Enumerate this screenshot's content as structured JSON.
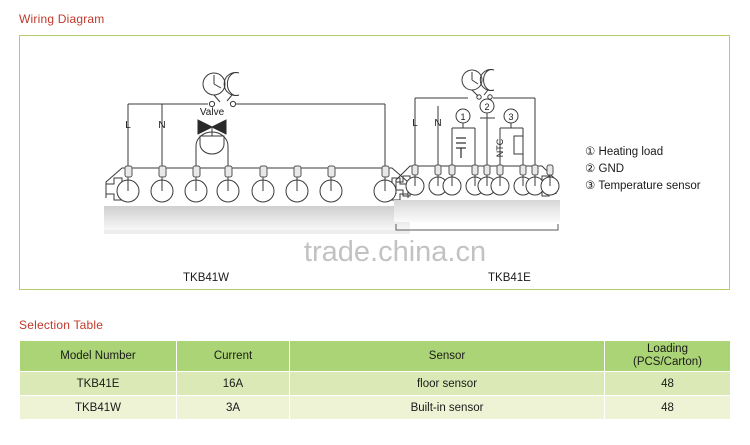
{
  "sections": {
    "wiring": {
      "heading": "Wiring Diagram"
    },
    "selection": {
      "heading": "Selection Table"
    }
  },
  "colors": {
    "heading_red": "#c0392b",
    "frame_green": "#b5cc6a",
    "table_header_green": "#aad475",
    "table_row_1": "#dbe9b6",
    "table_row_2": "#edf3d4",
    "line_dark": "#333333"
  },
  "diagrams": {
    "left": {
      "caption": "TKB41W",
      "labels": {
        "line": "L",
        "neutral": "N",
        "valve": "Valve"
      },
      "terminal_count": 8,
      "symbols": [
        "clock-icon",
        "moon-icon",
        "switch-icon",
        "valve-icon"
      ]
    },
    "right": {
      "caption": "TKB41E",
      "labels": {
        "line": "L",
        "neutral": "N",
        "ntc": "NTC"
      },
      "markers": [
        "①",
        "②",
        "③"
      ],
      "terminal_count": 9,
      "symbols": [
        "clock-icon",
        "moon-icon",
        "switch-icon",
        "heater-coil-icon",
        "ground-icon",
        "resistor-icon"
      ]
    }
  },
  "legend": {
    "items": [
      {
        "marker": "①",
        "text": "Heating load"
      },
      {
        "marker": "②",
        "text": "GND"
      },
      {
        "marker": "③",
        "text": "Temperature sensor"
      }
    ]
  },
  "watermark": {
    "text": "trade.china.cn"
  },
  "table": {
    "headers": [
      {
        "label": "Model Number"
      },
      {
        "label": "Current"
      },
      {
        "label": "Sensor"
      },
      {
        "label": "Loading",
        "sublabel": "(PCS/Carton)"
      }
    ],
    "rows": [
      {
        "model": "TKB41E",
        "current": "16A",
        "sensor": "floor sensor",
        "loading": "48"
      },
      {
        "model": "TKB41W",
        "current": "3A",
        "sensor": "Built-in sensor",
        "loading": "48"
      }
    ]
  }
}
